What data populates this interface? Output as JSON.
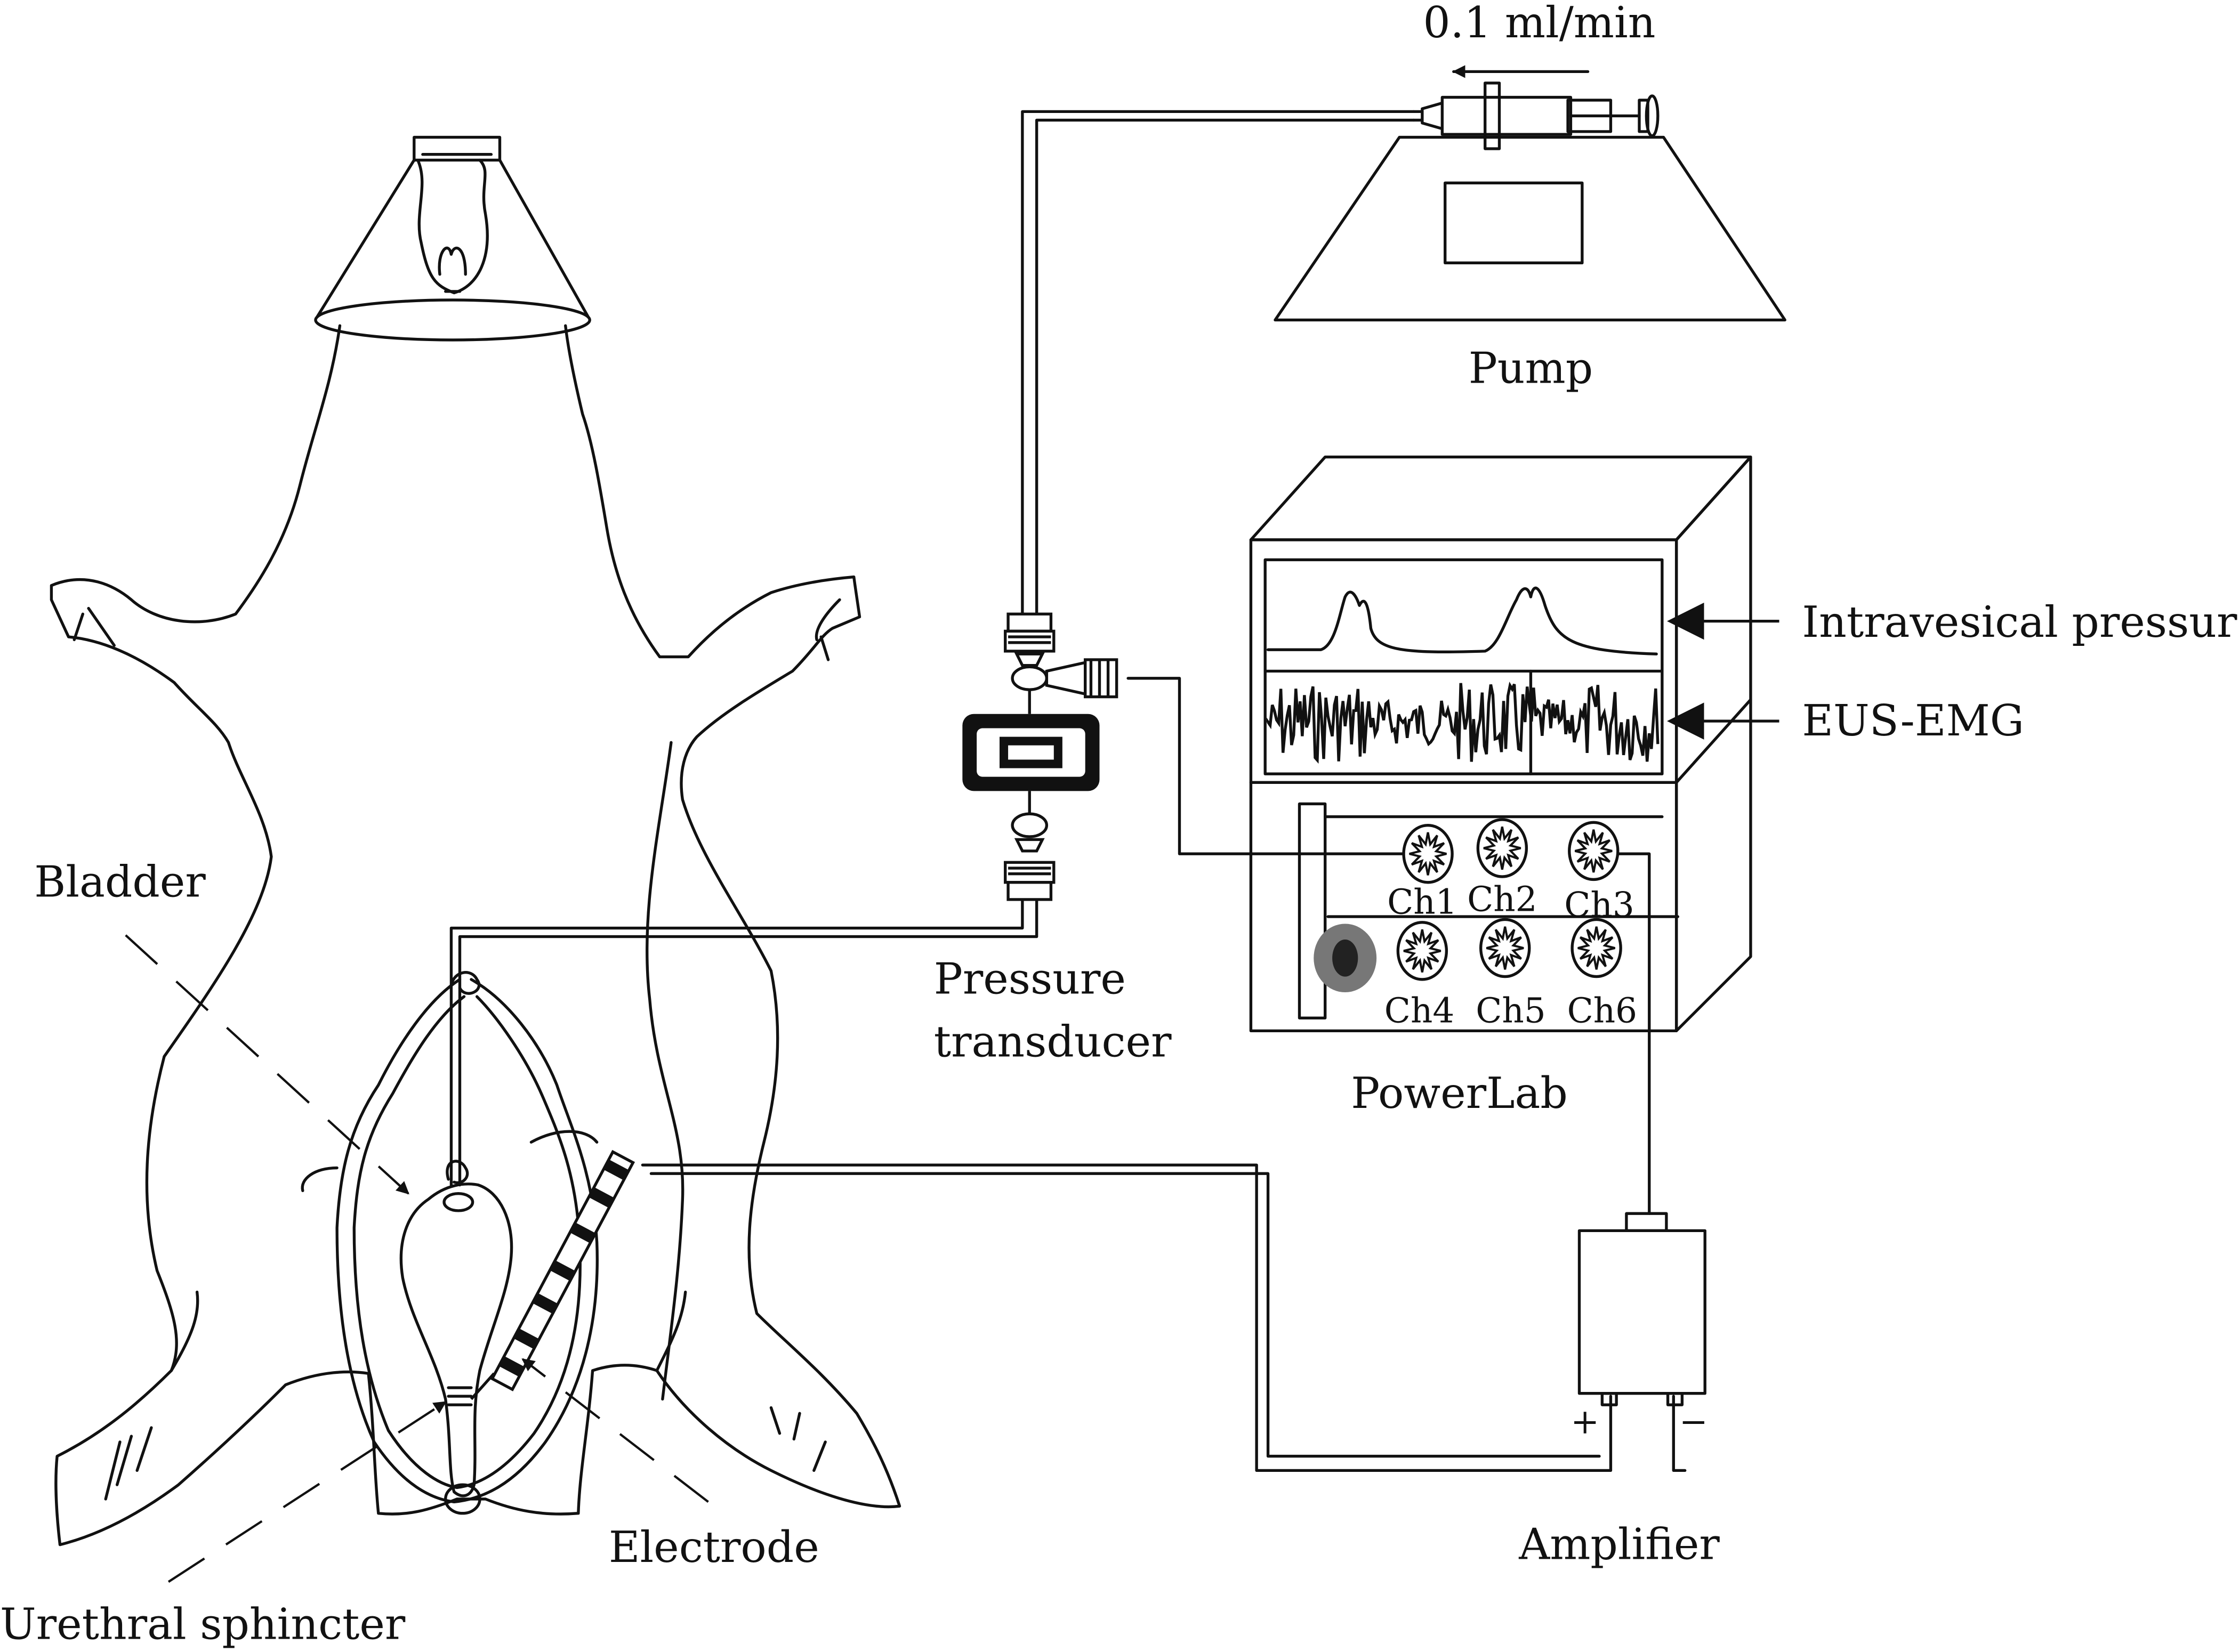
{
  "labels": {
    "flow_rate": "0.1 ml/min",
    "pump": "Pump",
    "intravesical_pressure": "Intravesical pressure",
    "eus_emg": "EUS-EMG",
    "bladder": "Bladder",
    "pressure_line1": "Pressure",
    "pressure_line2": "transducer",
    "powerlab": "PowerLab",
    "electrode": "Electrode",
    "urethral_sphincter": "Urethral sphincter",
    "amplifier": "Amplifier",
    "plus": "+",
    "minus": "−"
  },
  "channels": [
    "Ch1",
    "Ch2",
    "Ch3",
    "Ch4",
    "Ch5",
    "Ch6"
  ]
}
